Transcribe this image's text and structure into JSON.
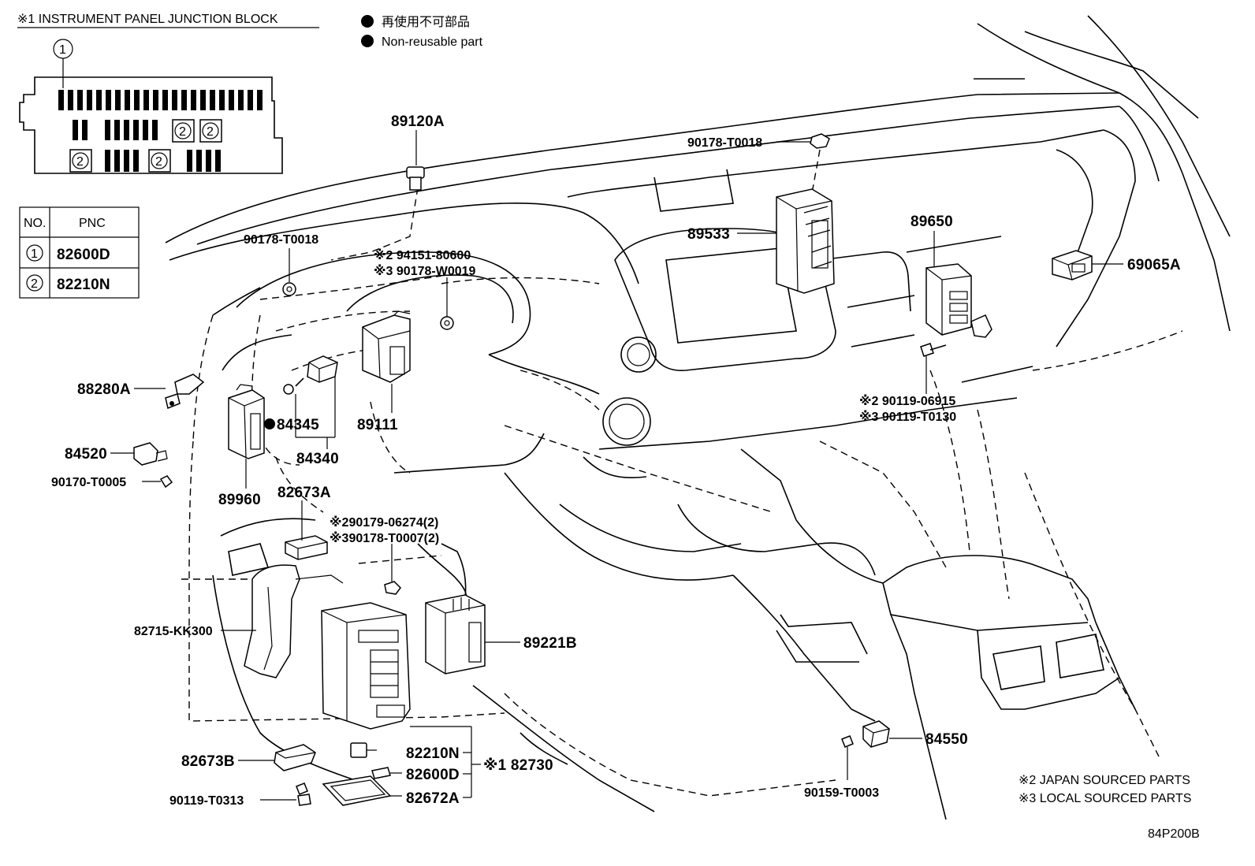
{
  "header": {
    "block_title": "※1 INSTRUMENT PANEL JUNCTION BLOCK",
    "legend_jp": "再使用不可部品",
    "legend_en": "Non-reusable part"
  },
  "pnc_table": {
    "col_no": "NO.",
    "col_pnc": "PNC",
    "rows": [
      {
        "no": "1",
        "pnc": "82600D"
      },
      {
        "no": "2",
        "pnc": "82210N"
      }
    ]
  },
  "junction_block": {
    "callout_1": "1",
    "callout_2": "2"
  },
  "labels": {
    "p89120A": "89120A",
    "p90178_T0018_top": "90178-T0018",
    "p89533": "89533",
    "p89650": "89650",
    "p69065A": "69065A",
    "p90178_T0018_left": "90178-T0018",
    "p94151": "※2 94151-80600",
    "p90178_W0019": "※3 90178-W0019",
    "p88280A": "88280A",
    "p84345": "84345",
    "p89111": "89111",
    "p84520": "84520",
    "p84340": "84340",
    "p90170": "90170-T0005",
    "p89960": "89960",
    "p82673A": "82673A",
    "p90179_06274": "※290179-06274(2)",
    "p90178_T0007": "※390178-T0007(2)",
    "p90119_06915": "※2 90119-06915",
    "p90119_T0130": "※3 90119-T0130",
    "p82715": "82715-KK300",
    "p89221B": "89221B",
    "p82210N": "82210N",
    "p82730": "※1 82730",
    "p82600D": "82600D",
    "p82672A": "82672A",
    "p82673B": "82673B",
    "p90119_T0313": "90119-T0313",
    "p84550": "84550",
    "p90159": "90159-T0003"
  },
  "footer": {
    "note_2": "※2 JAPAN SOURCED PARTS",
    "note_3": "※3 LOCAL SOURCED PARTS",
    "diagram_code": "84P200B"
  }
}
